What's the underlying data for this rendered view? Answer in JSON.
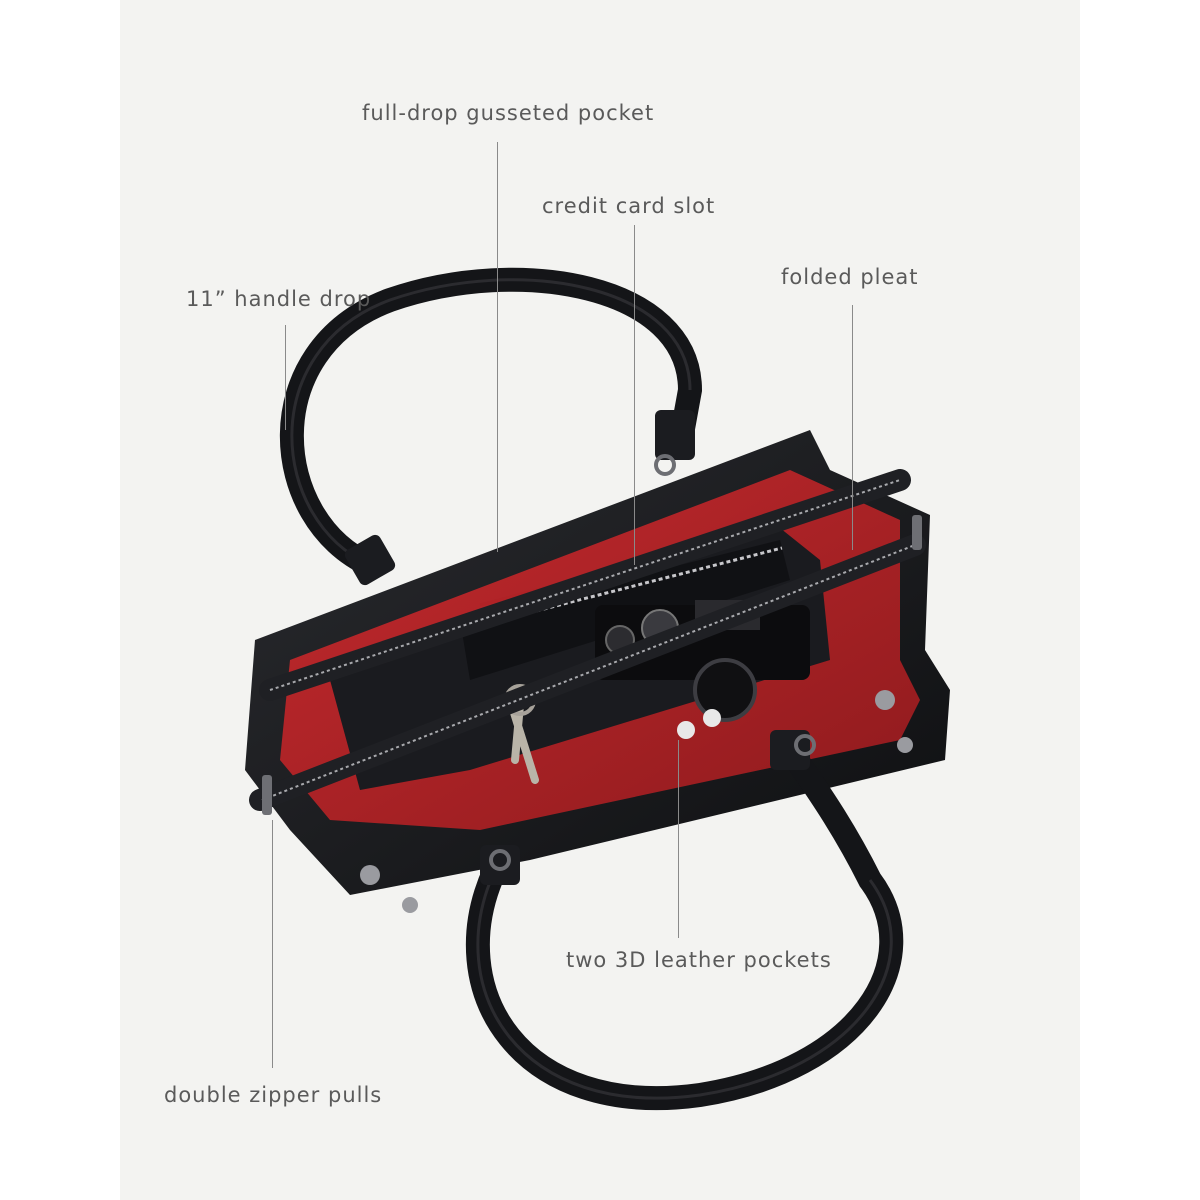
{
  "background": "#f3f3f1",
  "colors": {
    "leather": "#16171a",
    "lining": "#b02226",
    "label_text": "#5a5a5a",
    "leader_line": "#8a8a8a"
  },
  "callouts": [
    {
      "id": "full-drop-gusseted-pocket",
      "text": "full-drop gusseted pocket"
    },
    {
      "id": "credit-card-slot",
      "text": "credit card slot"
    },
    {
      "id": "folded-pleat",
      "text": "folded pleat"
    },
    {
      "id": "handle-drop",
      "text": "11” handle drop"
    },
    {
      "id": "two-3d-leather-pockets",
      "text": "two 3D leather pockets"
    },
    {
      "id": "double-zipper-pulls",
      "text": "double zipper pulls"
    }
  ]
}
